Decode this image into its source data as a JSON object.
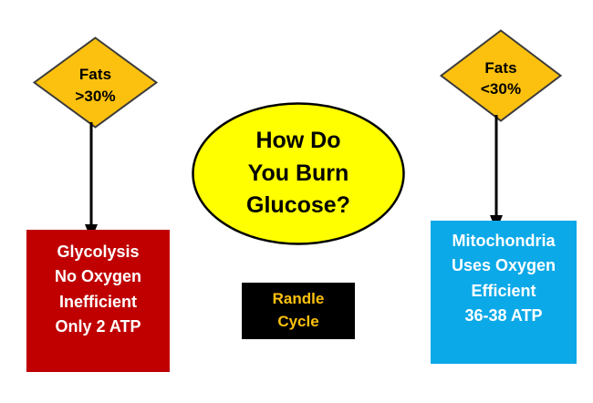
{
  "diagram": {
    "title": "How Do You Burn Glucose?",
    "background_color": "#FFFFFF",
    "palette": {
      "diamond_fill": "#FCC10F",
      "diamond_stroke": "#3B3B3B",
      "ellipse_fill": "#FFFF00",
      "ellipse_stroke": "#000000",
      "glycolysis_fill": "#C00000",
      "mitochondria_fill": "#0BA9E8",
      "randle_fill": "#000000",
      "randle_text": "#FFC20E",
      "arrow_color": "#000000",
      "box_text": "#FFFFFF",
      "diamond_text": "#000000"
    },
    "nodes": {
      "fats_high": {
        "shape": "diamond",
        "line1": "Fats",
        "line2": ">30%"
      },
      "fats_low": {
        "shape": "diamond",
        "line1": "Fats",
        "line2": "<30%"
      },
      "center_question": {
        "shape": "ellipse",
        "line1": "How Do",
        "line2": "You Burn",
        "line3": "Glucose?"
      },
      "glycolysis": {
        "shape": "rectangle",
        "lines": [
          "Glycolysis",
          "No Oxygen",
          "Inefficient",
          "Only 2 ATP"
        ]
      },
      "mitochondria": {
        "shape": "rectangle",
        "lines": [
          "Mitochondria",
          "Uses Oxygen",
          "Efficient",
          "36-38 ATP"
        ]
      },
      "randle": {
        "shape": "rectangle",
        "line1": "Randle",
        "line2": "Cycle"
      }
    },
    "connectors": [
      {
        "name": "fats-high-to-glycolysis",
        "from": "fats_high",
        "to": "glycolysis",
        "style": "straight-arrow-down"
      },
      {
        "name": "fats-low-to-mitochondria",
        "from": "fats_low",
        "to": "mitochondria",
        "style": "straight-arrow-down"
      }
    ]
  }
}
